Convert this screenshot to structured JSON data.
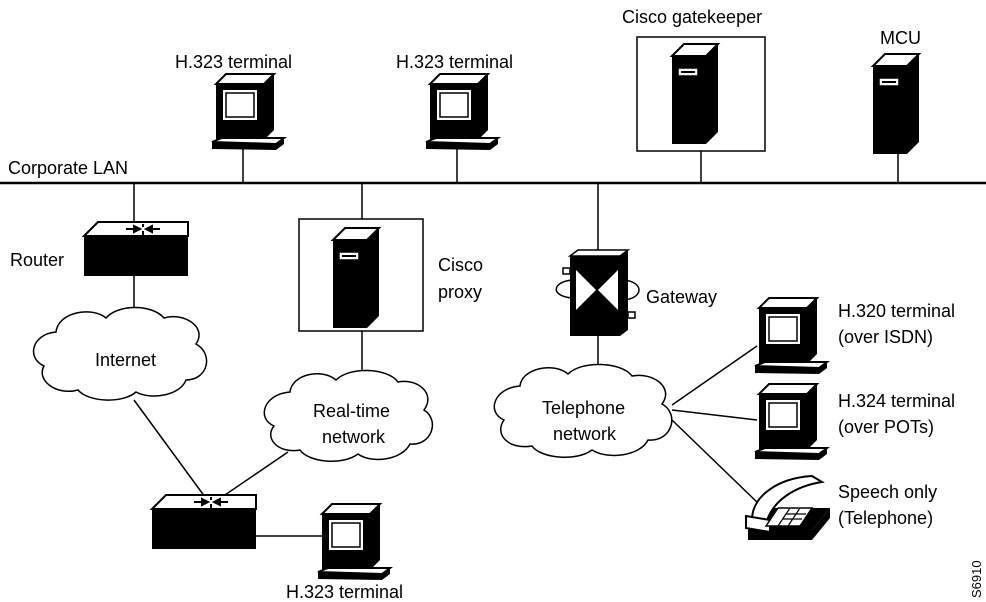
{
  "labels": {
    "h323_terminal_1": "H.323 terminal",
    "h323_terminal_2": "H.323 terminal",
    "cisco_gatekeeper": "Cisco gatekeeper",
    "mcu": "MCU",
    "corporate_lan": "Corporate LAN",
    "router": "Router",
    "cisco_proxy_line1": "Cisco",
    "cisco_proxy_line2": "proxy",
    "gateway": "Gateway",
    "internet": "Internet",
    "realtime_line1": "Real-time",
    "realtime_line2": "network",
    "telephone_line1": "Telephone",
    "telephone_line2": "network",
    "h320_line1": "H.320 terminal",
    "h320_line2": "(over ISDN)",
    "h324_line1": "H.324 terminal",
    "h324_line2": "(over POTs)",
    "speech_line1": "Speech only",
    "speech_line2": "(Telephone)",
    "h323_terminal_3": "H.323 terminal",
    "figure_id": "S6910"
  },
  "icons": [
    "terminal-icon",
    "server-icon",
    "router-icon",
    "gateway-icon",
    "cloud-icon",
    "telephone-icon"
  ]
}
